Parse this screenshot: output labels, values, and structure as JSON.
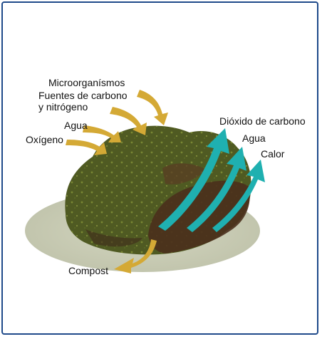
{
  "colors": {
    "border": "#1f4a8a",
    "input_arrow": "#d4a935",
    "output_arrow": "#1fb0b0",
    "pile_green": "#4f5a22",
    "pile_brown": "#4a2f1c",
    "ground": "#c9ccb6"
  },
  "inputs": [
    {
      "label": "Microorganísmos",
      "icon": "arrow-in-icon"
    },
    {
      "label": "Fuentes de carbono\ny nitrógeno",
      "icon": "arrow-in-icon"
    },
    {
      "label": "Agua",
      "icon": "arrow-in-icon"
    },
    {
      "label": "Oxígeno",
      "icon": "arrow-in-icon"
    }
  ],
  "outputs": [
    {
      "label": "Dióxido de carbono",
      "icon": "arrow-out-icon"
    },
    {
      "label": "Agua",
      "icon": "arrow-out-icon"
    },
    {
      "label": "Calor",
      "icon": "arrow-out-icon"
    }
  ],
  "product": {
    "label": "Compost",
    "icon": "arrow-down-icon"
  }
}
